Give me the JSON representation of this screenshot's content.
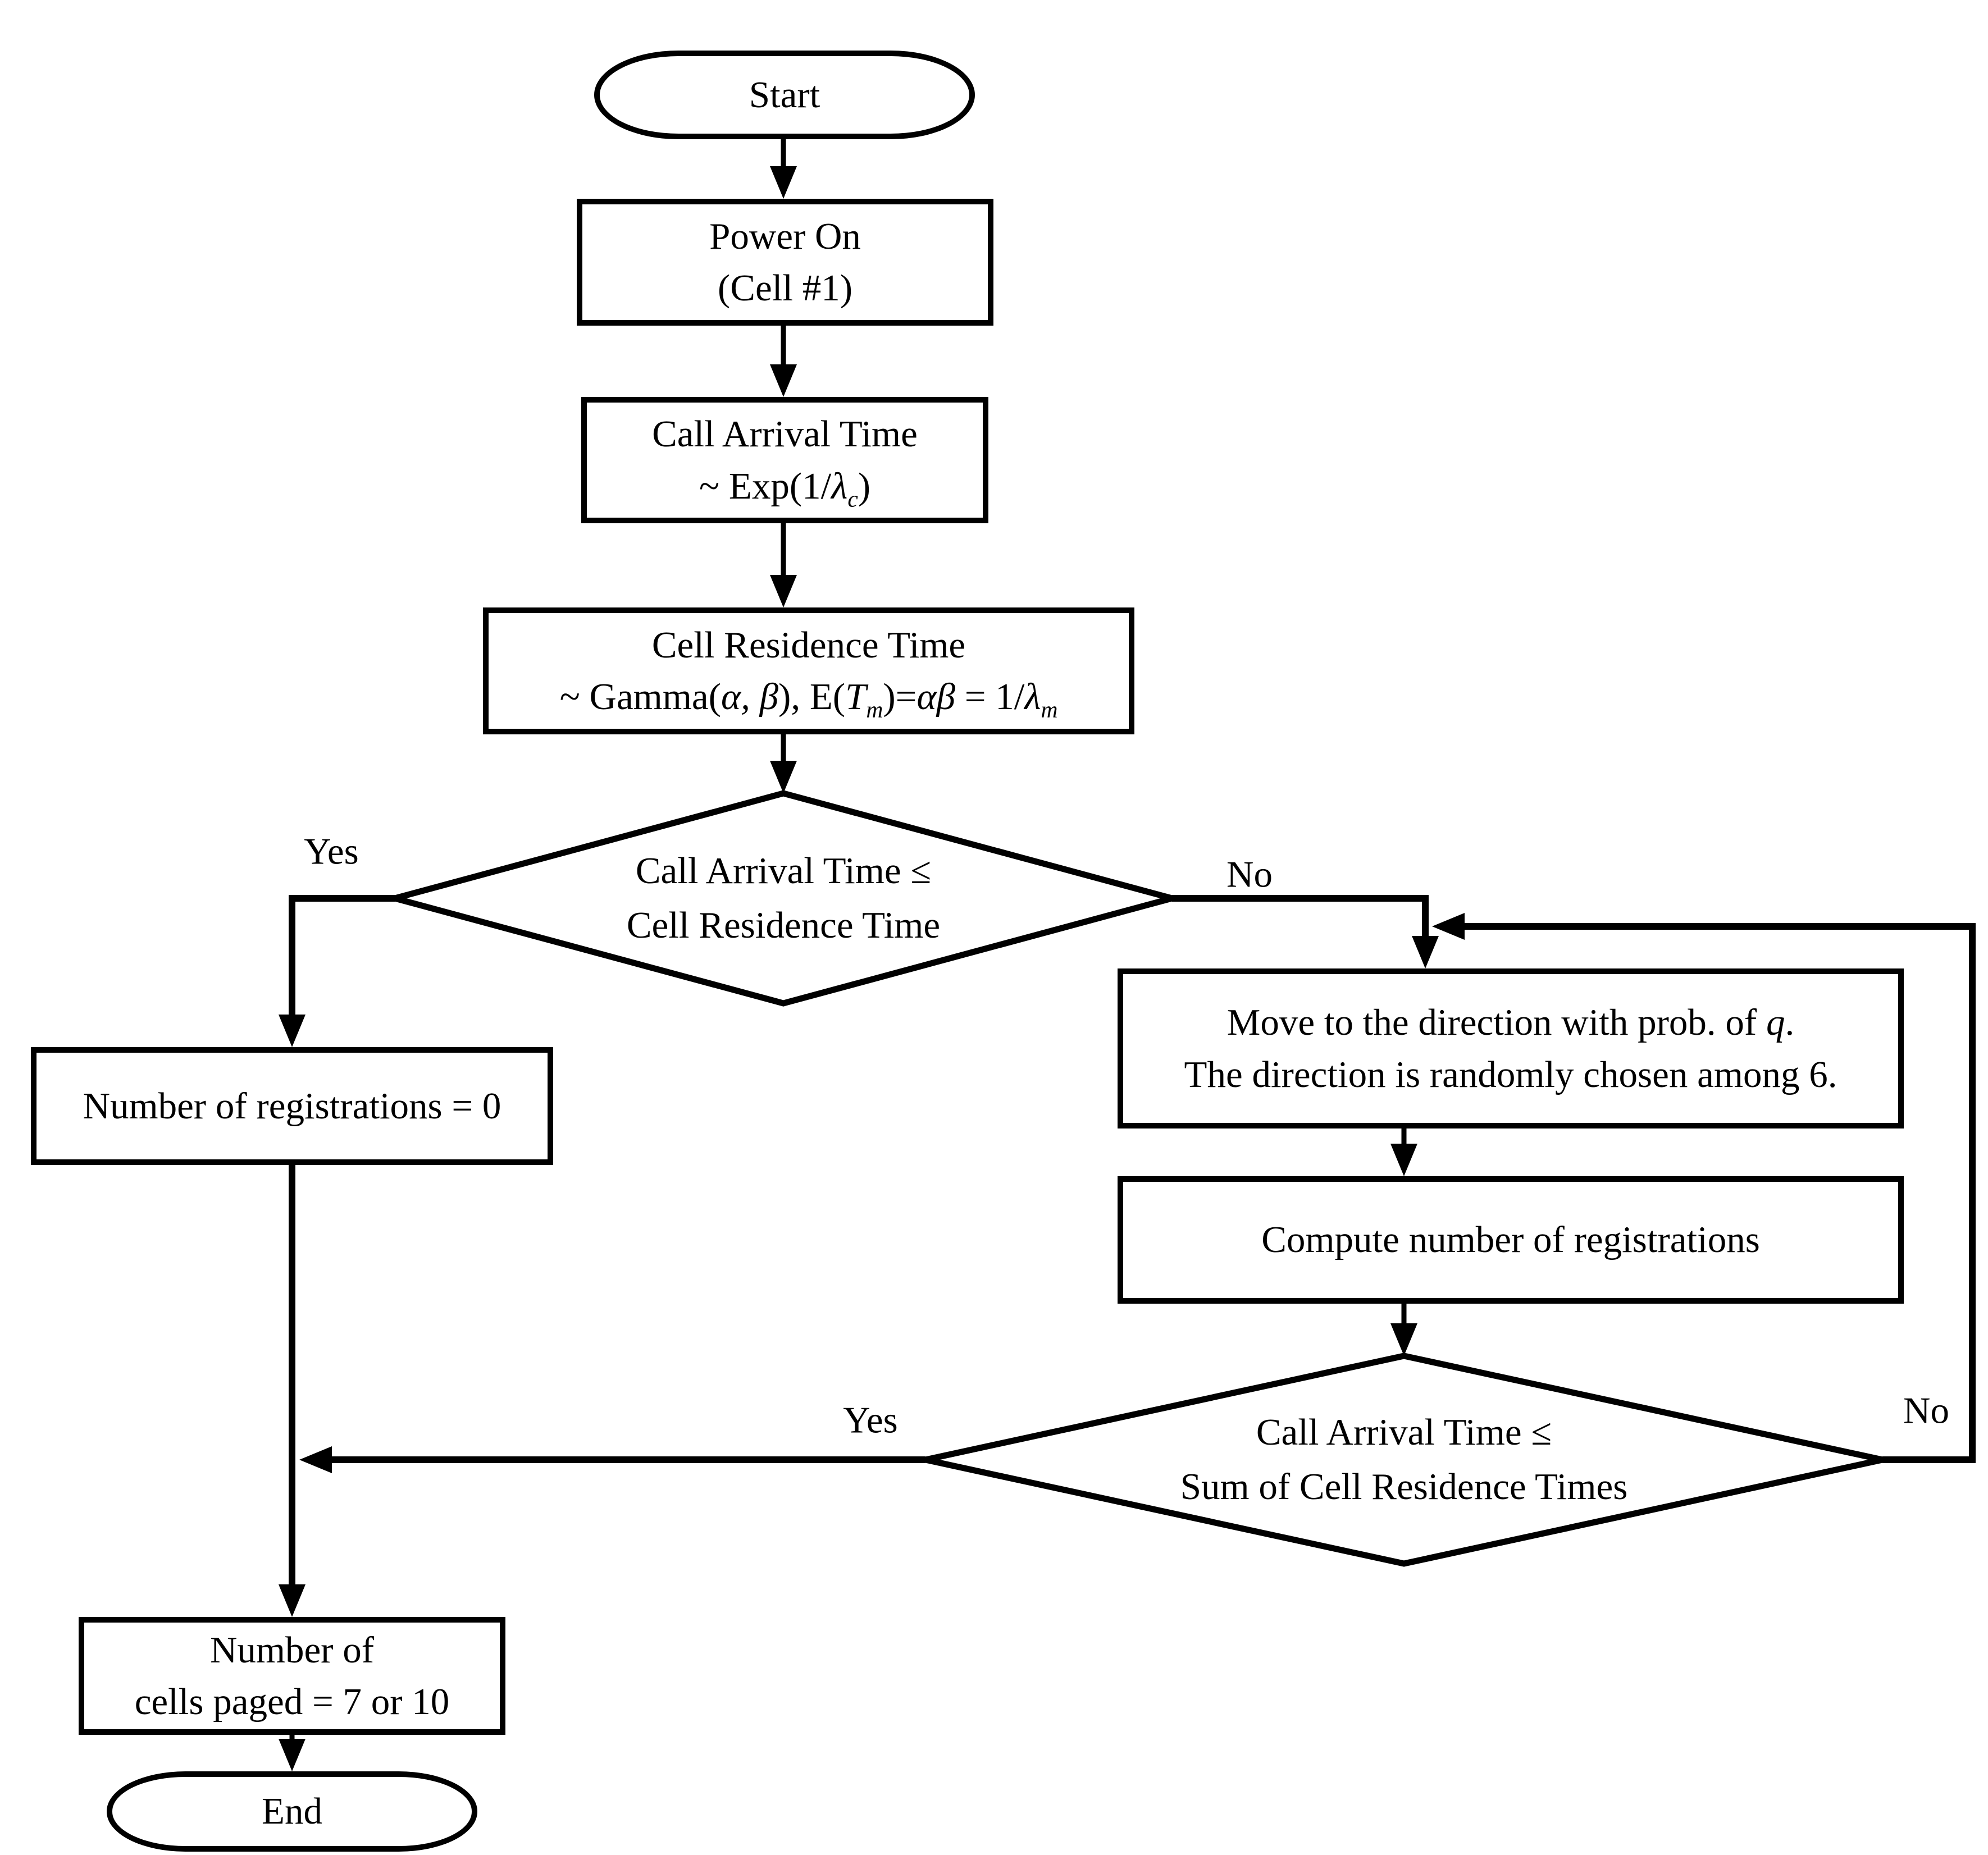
{
  "nodes": {
    "start": {
      "label": "Start"
    },
    "power_on": {
      "line1": "Power On",
      "line2": "(Cell #1)"
    },
    "call_arrival": {
      "line1": "Call Arrival Time",
      "line2": {
        "p1": "~ Exp(1/",
        "p2": "λ",
        "p3": "c",
        "p4": ")"
      }
    },
    "cell_residence": {
      "line1": "Cell Residence Time",
      "line2": {
        "p1": "~ Gamma(",
        "p2": "α, β",
        "p3": "), E(",
        "p4": "T",
        "p5": "m",
        "p6": ")=",
        "p7": "αβ",
        "p8": " = 1/",
        "p9": "λ",
        "p10": "m"
      }
    },
    "decision1": {
      "line1": "Call Arrival Time ≤",
      "line2": "Cell Residence Time"
    },
    "registrations": {
      "label": "Number of registrations = 0"
    },
    "move": {
      "line1": {
        "p1": "Move to the direction with prob. of ",
        "p2": "q",
        "p3": "."
      },
      "line2": "The direction is randomly chosen among 6."
    },
    "compute": {
      "label": "Compute number of registrations"
    },
    "decision2": {
      "line1": "Call Arrival Time ≤",
      "line2": "Sum of Cell Residence Times"
    },
    "paged": {
      "line1": "Number of",
      "line2": "cells paged = 7 or 10"
    },
    "end": {
      "label": "End"
    }
  },
  "edge_labels": {
    "yes1": "Yes",
    "no1": "No",
    "yes2": "Yes",
    "no2": "No"
  },
  "colors": {
    "stroke": "#000000",
    "background": "#ffffff",
    "text": "#000000"
  }
}
